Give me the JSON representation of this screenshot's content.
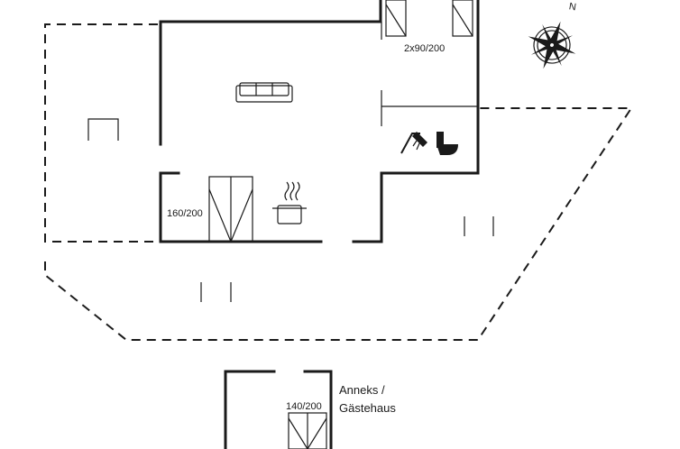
{
  "labels": {
    "bunk_beds": "2x90/200",
    "double_bed_main": "160/200",
    "double_bed_annex": "140/200",
    "annex_line1": "Anneks /",
    "annex_line2": "Gästehaus",
    "compass_north": "N"
  },
  "icons": [
    "sofa-icon",
    "cooking-pot-icon",
    "shower-icon",
    "toilet-icon",
    "compass-rose-icon"
  ]
}
